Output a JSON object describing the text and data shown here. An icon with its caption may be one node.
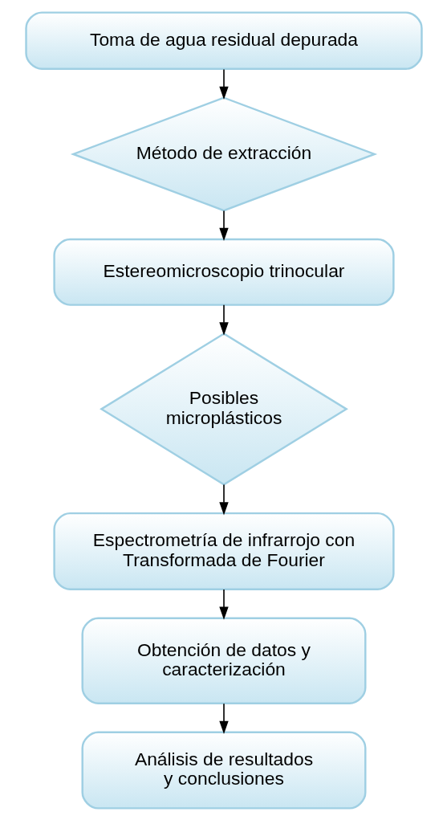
{
  "diagram": {
    "nodes": [
      {
        "text": [
          "Toma de agua residual depurada"
        ]
      },
      {
        "text": [
          "Método de extracción"
        ]
      },
      {
        "text": [
          "Estereomicroscopio trinocular"
        ]
      },
      {
        "text": [
          "Posibles microplásticos"
        ]
      },
      {
        "text": [
          "Espectrometría de infrarrojo con Transformada de Fourier"
        ]
      },
      {
        "text": [
          "Obtención de datos y caracterización"
        ]
      },
      {
        "text": [
          "Análisis de resultados y conclusiones"
        ]
      }
    ],
    "edges": [
      {
        "from": 0,
        "to": 1,
        "arrow": "to"
      },
      {
        "from": 1,
        "to": 2,
        "arrow": "to"
      },
      {
        "from": 2,
        "to": 3,
        "arrow": "to"
      },
      {
        "from": 3,
        "to": 4,
        "arrow": "to"
      },
      {
        "from": 4,
        "to": 5,
        "arrow": "to"
      },
      {
        "from": 5,
        "to": 6,
        "arrow": "to"
      }
    ]
  }
}
